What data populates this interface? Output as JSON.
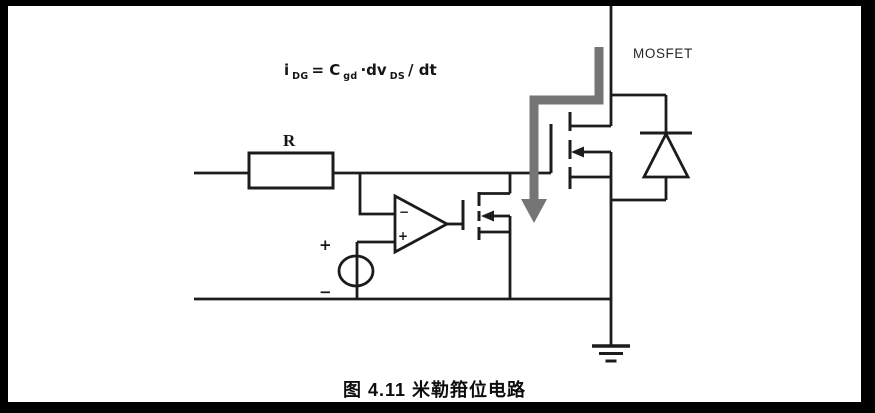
{
  "colors": {
    "line": "#1c1c1c",
    "arrow_gray": "#757575",
    "background": "#ffffff",
    "frame": "#000000"
  },
  "formula": {
    "i": "i",
    "i_sub": "DG",
    "eq_c": "= C",
    "c_sub": "gd",
    "dv": "·dv",
    "dv_sub": "DS",
    "over_dt": "/ dt"
  },
  "labels": {
    "resistor": "R",
    "mosfet": "MOSFET",
    "vsource_plus": "+",
    "vsource_minus": "−",
    "opamp_minus": "−",
    "opamp_plus": "+"
  },
  "caption": "图 4.11 米勒箝位电路"
}
